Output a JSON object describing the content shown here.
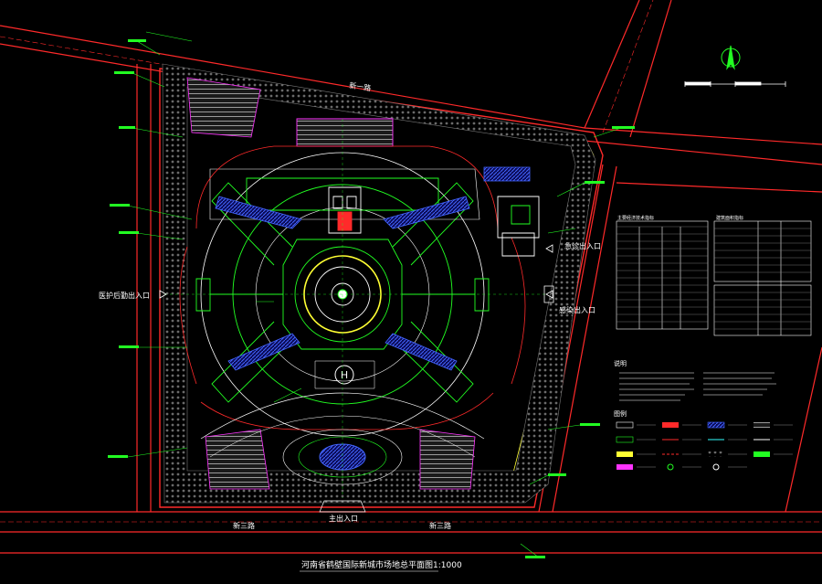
{
  "drawing": {
    "title": "河南省鹤壁国际新城市场地总平面图1:1000",
    "north_symbol": "north-arrow-icon",
    "roads": {
      "north": "新一路",
      "south_left": "新三路",
      "south_right": "新三路"
    },
    "entrances": {
      "main": "主出入口",
      "west": "医护后勤出入口",
      "east_upper": "急诊出入口",
      "east_lower": "感染出入口"
    },
    "helipad": "H",
    "notes_heading": "说明",
    "legend_heading": "图例",
    "table_left_heading": "主要经济技术指标",
    "table_right_heading": "建筑面积指标"
  },
  "colors": {
    "background": "#000000",
    "road_red": "#ff2a2a",
    "green": "#22ff22",
    "blue": "#3355ff",
    "white": "#ffffff",
    "yellow": "#ffff33",
    "magenta": "#ff33ff",
    "cyan": "#33ffff",
    "gray": "#8a8a8a"
  }
}
